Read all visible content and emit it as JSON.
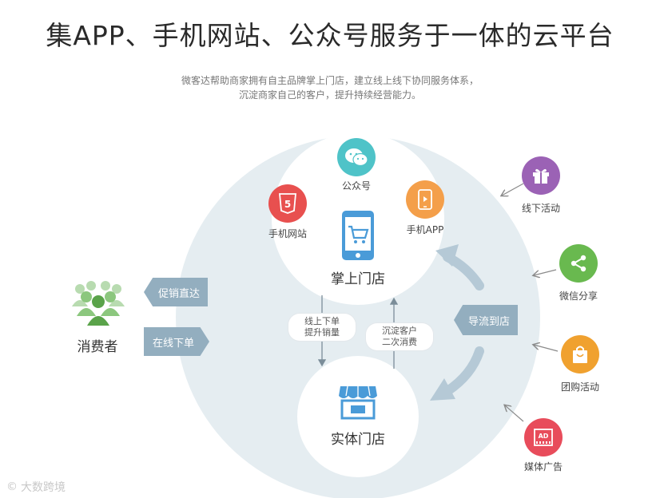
{
  "title": "集APP、手机网站、公众号服务于一体的云平台",
  "subtitle": {
    "line1": "微客达帮助商家拥有自主品牌掌上门店，建立线上线下协同服务体系，",
    "line2": "沉淀商家自己的客户，提升持续经营能力。"
  },
  "online_store": {
    "label": "掌上门店",
    "channels": [
      {
        "label": "公众号",
        "icon": "wechat-icon",
        "color": "#4fc3c8"
      },
      {
        "label": "手机网站",
        "icon": "html5-icon",
        "color": "#e8504f"
      },
      {
        "label": "手机APP",
        "icon": "phone-app-icon",
        "color": "#f49f4a"
      }
    ]
  },
  "physical_store": {
    "label": "实体门店"
  },
  "consumer": {
    "label": "消费者"
  },
  "consumer_tags": [
    "促销直达",
    "在线下单"
  ],
  "flow_labels": {
    "down": [
      "线上下单",
      "提升销量"
    ],
    "up": [
      "沉淀客户",
      "二次消费"
    ]
  },
  "traffic_tag": "导流到店",
  "activities": [
    {
      "label": "线下活动",
      "icon": "gift-icon",
      "color": "#9b62b5"
    },
    {
      "label": "微信分享",
      "icon": "share-icon",
      "color": "#69b94f"
    },
    {
      "label": "团购活动",
      "icon": "shopping-bag-icon",
      "color": "#f0a12f"
    },
    {
      "label": "媒体广告",
      "icon": "ad-icon",
      "color": "#e84c5b"
    }
  ],
  "watermark": "大数跨境",
  "colors": {
    "big_circle": "#e5edf1",
    "tag_bg": "#93aebf",
    "arrow": "#b5c9d6",
    "store_icon": "#4a9bd8"
  }
}
